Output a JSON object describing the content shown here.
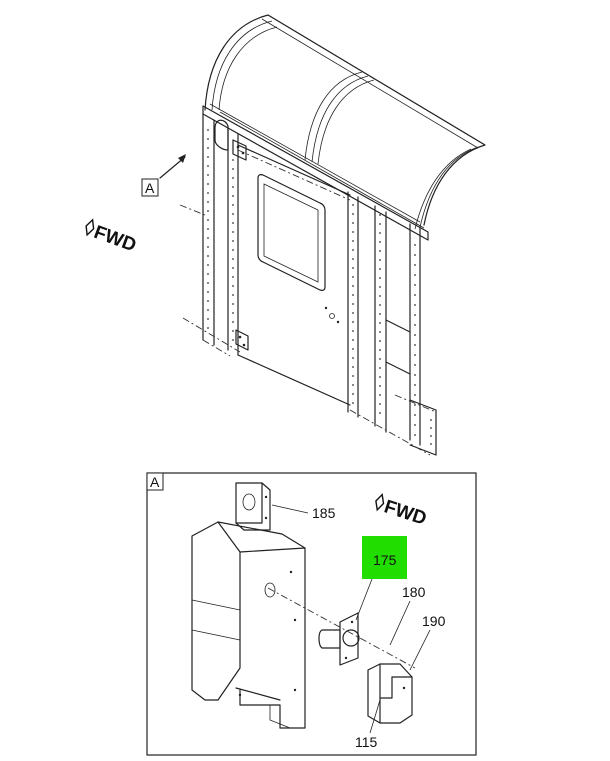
{
  "top_view": {
    "callout_letter": "A",
    "fwd_label": "FWD"
  },
  "detail_view": {
    "frame_letter": "A",
    "fwd_label": "FWD",
    "parts": [
      {
        "number": "185",
        "highlighted": false
      },
      {
        "number": "175",
        "highlighted": true
      },
      {
        "number": "180",
        "highlighted": false
      },
      {
        "number": "190",
        "highlighted": false
      },
      {
        "number": "115",
        "highlighted": false
      }
    ]
  },
  "colors": {
    "highlight": "#22dd00",
    "line": "#222222",
    "background": "#ffffff"
  }
}
